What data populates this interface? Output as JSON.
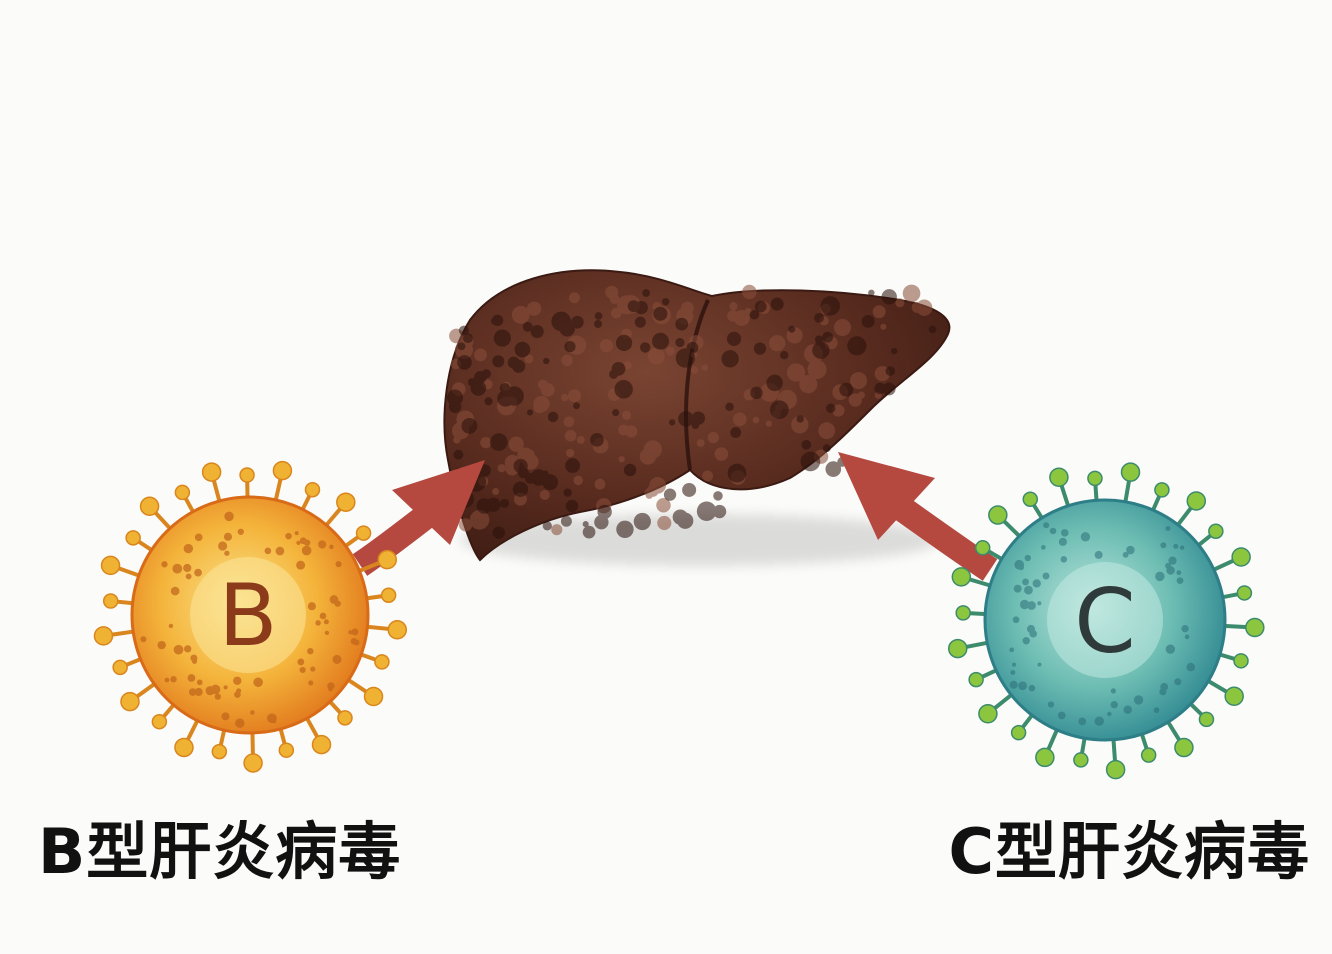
{
  "virus_b": {
    "letter": "B",
    "caption": "B型肝炎病毒",
    "body_color": "#f3a52f",
    "spike_color": "#f0b232",
    "letter_color": "#8b3b1a"
  },
  "virus_c": {
    "letter": "C",
    "caption": "C型肝炎病毒",
    "body_color": "#5fb5ad",
    "spike_color": "#8cc63f",
    "letter_color": "#2f3a3a"
  },
  "liver": {
    "icon": "liver-icon",
    "color": "#5a2e22"
  },
  "arrows": {
    "color": "#b5483f"
  }
}
